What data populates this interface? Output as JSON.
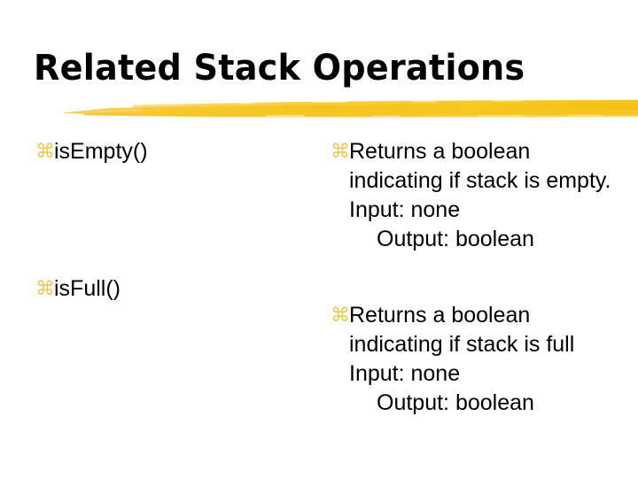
{
  "slide": {
    "title": "Related Stack Operations",
    "bullet_glyph": "⌘",
    "accent_color": "#EFC84A",
    "text_color": "#000000",
    "background_color": "#FFFFFF"
  },
  "left_column": {
    "items": [
      {
        "label": "isEmpty()"
      },
      {
        "label": "isFull()"
      }
    ]
  },
  "right_column": {
    "blocks": [
      {
        "bullet": "Returns a boolean indicating if stack is empty.",
        "lines": [
          {
            "text": "Input: none",
            "indented": false
          },
          {
            "text": "Output: boolean",
            "indented": true
          }
        ]
      },
      {
        "bullet": "Returns a boolean indicating if stack is full",
        "lines": [
          {
            "text": "Input: none",
            "indented": false
          },
          {
            "text": "Output: boolean",
            "indented": true
          }
        ]
      }
    ]
  }
}
